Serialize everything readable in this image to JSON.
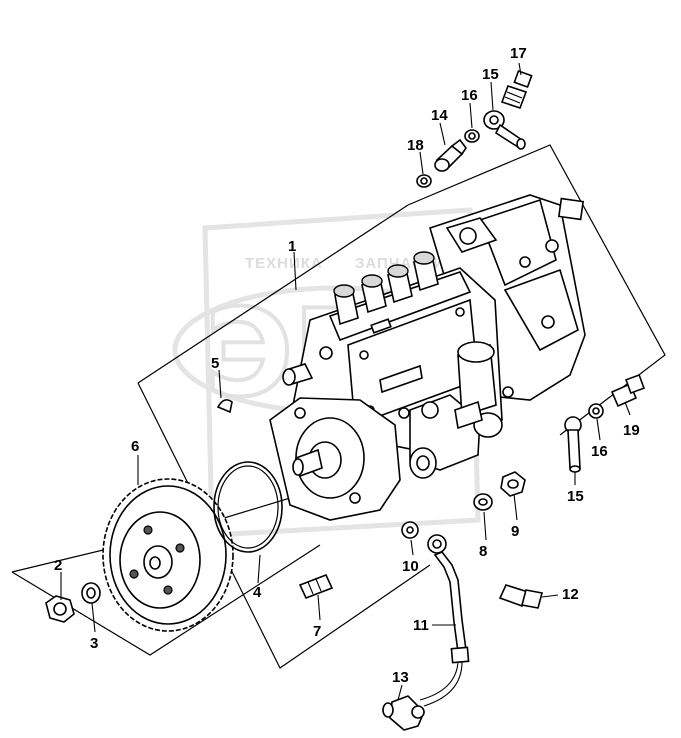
{
  "watermark": {
    "line1": "ТЕХНИКА",
    "line2": "ЗАПЧАСТИ",
    "logo": "ЭП"
  },
  "callouts": [
    {
      "id": "c1",
      "label": "1"
    },
    {
      "id": "c2",
      "label": "2"
    },
    {
      "id": "c3",
      "label": "3"
    },
    {
      "id": "c4",
      "label": "4"
    },
    {
      "id": "c5",
      "label": "5"
    },
    {
      "id": "c6",
      "label": "6"
    },
    {
      "id": "c7",
      "label": "7"
    },
    {
      "id": "c8",
      "label": "8"
    },
    {
      "id": "c9",
      "label": "9"
    },
    {
      "id": "c10",
      "label": "10"
    },
    {
      "id": "c11",
      "label": "11"
    },
    {
      "id": "c12",
      "label": "12"
    },
    {
      "id": "c13",
      "label": "13"
    },
    {
      "id": "c14",
      "label": "14"
    },
    {
      "id": "c15a",
      "label": "15"
    },
    {
      "id": "c15b",
      "label": "15"
    },
    {
      "id": "c16a",
      "label": "16"
    },
    {
      "id": "c16b",
      "label": "16"
    },
    {
      "id": "c17",
      "label": "17"
    },
    {
      "id": "c18",
      "label": "18"
    },
    {
      "id": "c19",
      "label": "19"
    }
  ]
}
